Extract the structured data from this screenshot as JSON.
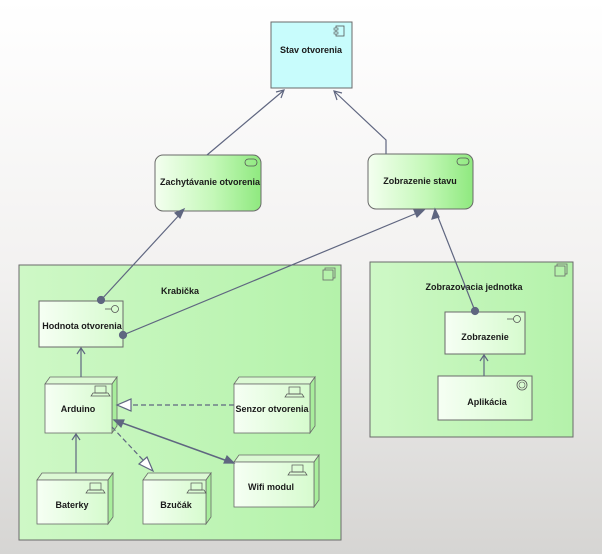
{
  "diagram": {
    "nodes": {
      "stav": {
        "label": "Stav otvorenia",
        "fill": "#c8fcfc",
        "icon": "component-icon"
      },
      "zachyt": {
        "label": "Zachytávanie otvorenia",
        "icon": "service-icon"
      },
      "zobrazenie_stavu": {
        "label": "Zobrazenie stavu",
        "icon": "service-icon"
      },
      "krabicka": {
        "label": "Krabička",
        "icon": "node-icon"
      },
      "zobraz_jednotka": {
        "label": "Zobrazovacia jednotka",
        "icon": "node-icon"
      },
      "hodnota": {
        "label": "Hodnota otvorenia",
        "icon": "interface-icon"
      },
      "zobrazenie": {
        "label": "Zobrazenie",
        "icon": "interface-icon"
      },
      "aplikacia": {
        "label": "Aplikácia",
        "icon": "application-icon"
      },
      "arduino": {
        "label": "Arduino",
        "icon": "device-icon"
      },
      "sensor": {
        "label": "Senzor otvorenia",
        "icon": "device-icon"
      },
      "baterky": {
        "label": "Baterky",
        "icon": "device-icon"
      },
      "bzucak": {
        "label": "Bzučák",
        "icon": "device-icon"
      },
      "wifi": {
        "label": "Wifi modul",
        "icon": "device-icon"
      }
    },
    "colors": {
      "green_light": "#e6ffe0",
      "green_mid": "#bff7b4",
      "green_dark": "#8ee87e",
      "container_fill": "#c0f6b8",
      "stroke": "#6a6a6a",
      "connector": "#5f6680"
    }
  }
}
